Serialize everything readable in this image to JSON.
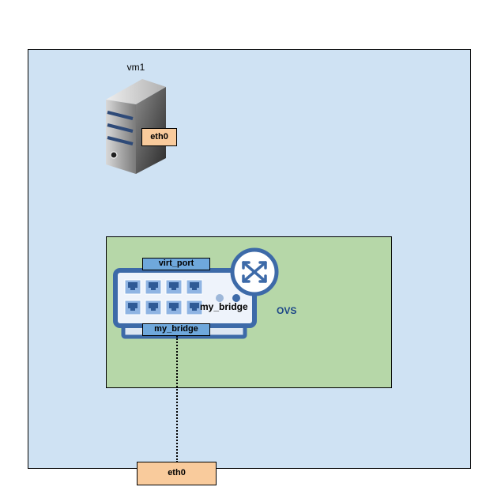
{
  "host": {
    "vm": {
      "name": "vm1",
      "interface": "eth0"
    },
    "ovs": {
      "label": "OVS",
      "bridge_name": "my_bridge",
      "ports": {
        "top": "virt_port",
        "bottom": "my_bridge"
      }
    },
    "uplink_interface": "eth0",
    "connection_style": "dotted"
  },
  "colors": {
    "host_fill": "#cfe2f3",
    "ovs_fill": "#b6d7a8",
    "interface_fill": "#f9cb9c",
    "port_fill": "#6fa8dc",
    "switch_blue": "#3d6aa8",
    "ovs_text": "#1c4587"
  },
  "icons": {
    "vm": "server-tower-icon",
    "switch": "network-switch-icon",
    "router": "router-arrows-icon"
  }
}
